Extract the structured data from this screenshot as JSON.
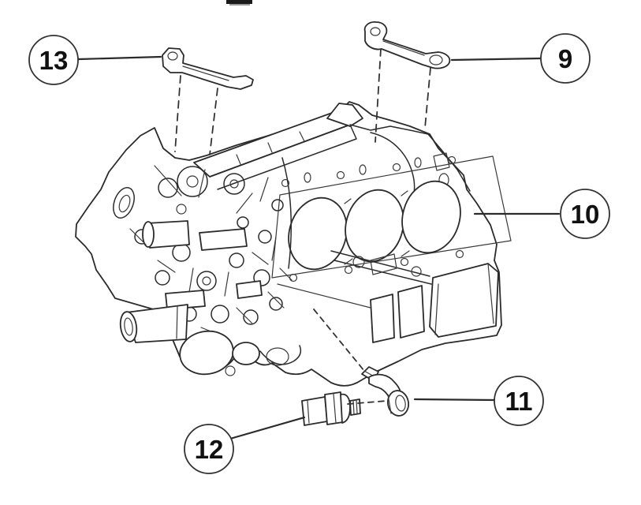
{
  "diagram": {
    "background_color": "#ffffff",
    "line_color": "#2b2b2b",
    "callouts": [
      {
        "label": "13"
      },
      {
        "label": "9"
      },
      {
        "label": "10"
      },
      {
        "label": "11"
      },
      {
        "label": "12"
      }
    ]
  }
}
